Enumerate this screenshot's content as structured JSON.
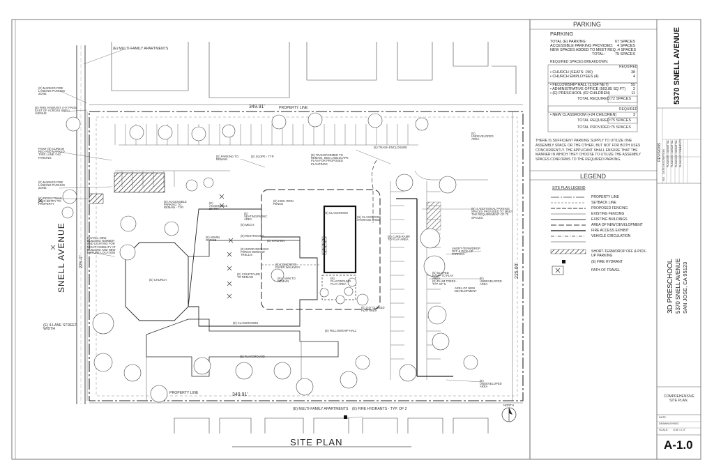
{
  "street": {
    "name": "SNELL AVENUE",
    "width_note": "(E) 4-LANE STREET WIDTH",
    "row_dim": "225'-0\""
  },
  "property": {
    "line_label": "PROPERTY LINE",
    "top_dim": "349.91'",
    "bottom_dim": "349.91'",
    "side_dim": "225.00'"
  },
  "neighbors": {
    "top": "(E) MULTI-FAMILY APARTMENTS",
    "bottom": "(E) MULTI-FAMILY APARTMENTS",
    "hydrants": "(E) FIRE HYDRANTS - TYP. OF 2"
  },
  "notes": {
    "left": [
      "(E) MARKED FIRE LANE/NO PARKING ZONE",
      "(E) FIRE HYDRANT 4'-0\" FROM EAST OF ACROSS SNELL AVENUE",
      "PAINT (E) CURB IN RED AND MARKED 'FIRE LANE / NO PARKING'",
      "(E) MARKED FIRE LANE/NO PARKING ZONE",
      "(E) PEDESTRIAN MAIN ENTRY TO PROPERTY",
      "INSTALL NEW BUILDING NUMBER AND LIGHTING FOR NIGHT VISIBILITY AT BUILDING AND NEW FIXTURE LOCATION"
    ],
    "site": [
      "(E) PARKING TO REMAIN",
      "(E) SLOPE - TYP.",
      "(E) TRANSFORMER TO REMAIN. SEE LANDSCAPE PLAN FOR PROPOSED PLANTINGS",
      "(E) TRASH ENCLOSURE",
      "(E) UNDEVELOPED AREA",
      "(E) ACCESSIBLE PARKING TO REMAIN - TYP.",
      "(E) ACCESSIBLE ENTRY",
      "(E) HIGH IRON FENCE",
      "(E) SEATING/PICNIC AREA",
      "(E) MECH.",
      "(E) RESTROOMS",
      "(E) KITCHEN",
      "(E) ADMIN OFFICE",
      "(E) CHURCH",
      "(E) WOOD DECKING PORCH WINDOW TRELLIS",
      "(E) CONCRETE PAVER WALKWAY",
      "(E) COURTYARD TO REMAIN",
      "(N) LAWN TO REMAIN",
      "(N) PLAYGROUND PLAY AREA",
      "(N) CLASSROOM",
      "(E) FELLOWSHIP HALL",
      "(E) CLASSROOMS",
      "(E) PLAYGROUND",
      "(N) CLASSROOM STORAGE SHED",
      "(N) 4 ADDITIONAL PARKING SPACES PROVIDED TO MEET THE REQUIREMENT OF 75 SPACES",
      "(E) CURB RAMP TO PLAY AREA",
      "(E) UNDEVELOPED AREA",
      "AREA OF NEW DEVELOPMENT",
      "(E) UNDEVELOPED AREA",
      "SHORT-TERM/DROP OFF & PICK-UP PARKING",
      "(E) SLOPED RAMP TO PLAY AREA",
      "(E) PLUM TREES - TYP. OF 5",
      "(E) 3'-0\" CLOSED PLAY AREA"
    ]
  },
  "drawing_title": "SITE PLAN",
  "north": "NORTH",
  "parking": {
    "heading": "PARKING",
    "sub": "PARKING",
    "totals": [
      {
        "label": "TOTAL (E) PARKING:",
        "value": "67 SPACES"
      },
      {
        "label": "ACCESSIBLE PARKING PROVIDED:",
        "value": "4 SPACES"
      },
      {
        "label": "NEW SPACES ADDED TO MEET REQ.:",
        "value": "4 SPACES"
      },
      {
        "label": "TOTAL:",
        "value": "75 SPACES"
      }
    ],
    "breakdown_heading": "REQUIRED SPACES BREAKDOWN:",
    "required_label": "REQUIRED",
    "group1": [
      {
        "label": "• CHURCH (SEATS: 150)",
        "value": "38"
      },
      {
        "label": "• CHURCH EMPLOYEES (4)",
        "value": "4"
      }
    ],
    "group2": [
      {
        "label": "• FELLOWSHIP HALL (1,634 NET)",
        "value": "55"
      },
      {
        "label": "• ADMINISTRATIVE OFFICE (563.85 SQ FT)",
        "value": "2"
      },
      {
        "label": "• (E) PRESCHOOL (62 CHILDREN)",
        "value": "11"
      }
    ],
    "total_required_label": "TOTAL REQUIRED:",
    "total_required_1": "72 SPACES",
    "group3": [
      {
        "label": "• NEW CLASSROOM (+24 CHILDREN)",
        "value": "3"
      }
    ],
    "total_required_2": "75 SPACES",
    "total_provided_label": "TOTAL PROVIDED:",
    "total_provided": "75 SPACES",
    "note": "THERE IS SUFFICIENT PARKING SUPPLY TO UTILIZE ONE ASSEMBLY SPACE OR THE OTHER, BUT NOT FOR BOTH USES CONCURRENTLY. THE APPLICANT SHALL ENSURE THAT THE MANNER IN WHICH THEY CHOOSE TO UTILIZE THE ASSEMBLY SPACES CONFORMS TO THE REQUIRED PARKING."
  },
  "legend": {
    "heading": "LEGEND",
    "sub": "SITE PLAN LEGEND",
    "items": [
      "PROPERTY LINE",
      "SETBACK LINE",
      "PROPOSED FENCING",
      "EXISTING FENCING",
      "EXISTING BUILDINGS",
      "AREA OF NEW DEVELOPMENT",
      "FIRE ACCESS EXHIBIT",
      "VEHICLE CIRCULATION",
      "SHORT-TERM/DROP OFF & PICK-UP PARKING",
      "(E) FIRE HYDRANT",
      "PATH OF TRAVEL"
    ]
  },
  "title_block": {
    "address_big": "5370 SNELL AVENUE",
    "revisions_label": "REVISIONS",
    "rev_header": [
      "NO.",
      "DATE",
      "DESCRIPTION"
    ],
    "revisions": [
      "PLANNING SUBMITTAL",
      "PLANNING SUBMITTAL",
      "PLANNING SUBMITTAL",
      "PLANNING COMMENTS"
    ],
    "project_name": "3D PRESCHOOL",
    "project_address": "5370 SNELL AVENUE",
    "project_city": "SAN JOSE, CA 95123",
    "sheet_desc_1": "COMPREHENSIVE",
    "sheet_desc_2": "SITE PLAN",
    "date_label": "DATE:",
    "drawn_label": "DRAWN BY:",
    "drawn_value": "HDG",
    "scale_label": "SCALE:",
    "scale_value": "1/16\"=1'-0\"",
    "sheet_no": "A-1.0"
  },
  "colors": {
    "line": "#333333",
    "light": "#888888",
    "background": "#ffffff"
  }
}
